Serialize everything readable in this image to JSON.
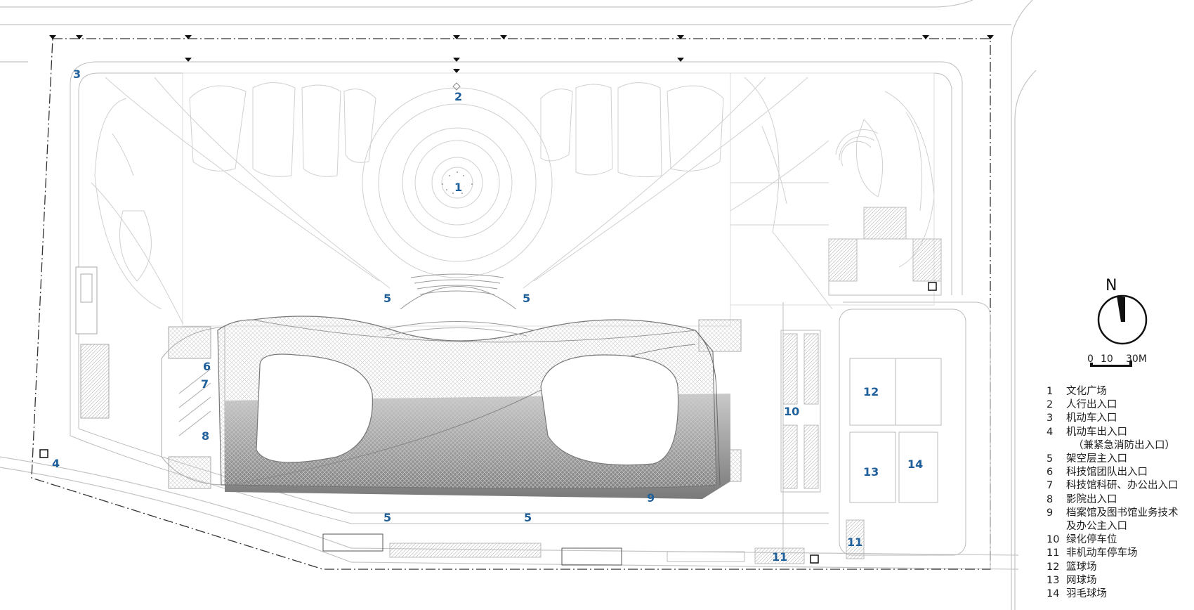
{
  "labels": {
    "l1": "1",
    "l2": "2",
    "l3": "3",
    "l4": "4",
    "l5a": "5",
    "l5b": "5",
    "l5c": "5",
    "l5d": "5",
    "l6": "6",
    "l7": "7",
    "l8": "8",
    "l9": "9",
    "l10": "10",
    "l11a": "11",
    "l11b": "11",
    "l12": "12",
    "l13": "13",
    "l14": "14"
  },
  "compass": {
    "north": "N"
  },
  "scale": {
    "s0": "0",
    "s10": "10",
    "s30": "30M"
  },
  "legend": [
    {
      "num": "1",
      "text": "文化广场"
    },
    {
      "num": "2",
      "text": "人行出入口"
    },
    {
      "num": "3",
      "text": "机动车入口"
    },
    {
      "num": "4",
      "text": "机动车出入口",
      "sub": "（兼紧急消防出入口）"
    },
    {
      "num": "5",
      "text": "架空层主入口"
    },
    {
      "num": "6",
      "text": "科技馆团队出入口"
    },
    {
      "num": "7",
      "text": "科技馆科研、办公出入口"
    },
    {
      "num": "8",
      "text": "影院出入口"
    },
    {
      "num": "9",
      "text": "档案馆及图书馆业务技术",
      "sub": "及办公主入口"
    },
    {
      "num": "10",
      "text": "绿化停车位"
    },
    {
      "num": "11",
      "text": "非机动车停车场"
    },
    {
      "num": "12",
      "text": "篮球场"
    },
    {
      "num": "13",
      "text": "网球场"
    },
    {
      "num": "14",
      "text": "羽毛球场"
    }
  ],
  "colors": {
    "label": "#1f5f9a",
    "line": "#b5b5b5",
    "dark": "#222222"
  }
}
